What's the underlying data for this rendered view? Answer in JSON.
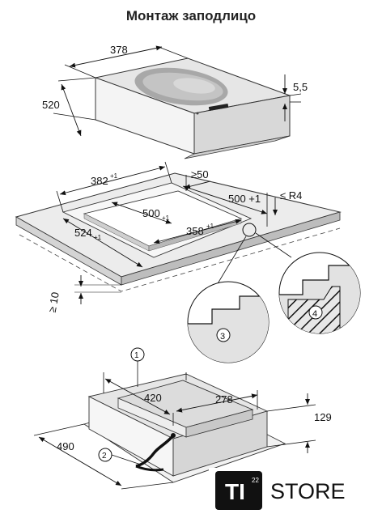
{
  "title": "Монтаж заподлицо",
  "hob": {
    "width": "378",
    "depth": "520",
    "thickness": "5,5"
  },
  "cutout": {
    "outer_width": "382",
    "outer_width_tol": "+1",
    "min_edge": "≥50",
    "outer_depth": "500 +1",
    "radius": "≤ R4",
    "inner_depth": "500",
    "inner_depth_tol": "+1",
    "inner_width": "358",
    "inner_width_tol": "+1",
    "rebate_depth": "524",
    "rebate_depth_tol": "+1",
    "min_worktop": "≥ 10"
  },
  "callouts": {
    "c1": "1",
    "c2": "2",
    "c3": "3",
    "c4": "4"
  },
  "box": {
    "top_depth": "420",
    "top_width": "278",
    "height": "129",
    "depth": "490"
  },
  "brand": {
    "ti": "TI",
    "sup": "22",
    "store": "STORE"
  }
}
